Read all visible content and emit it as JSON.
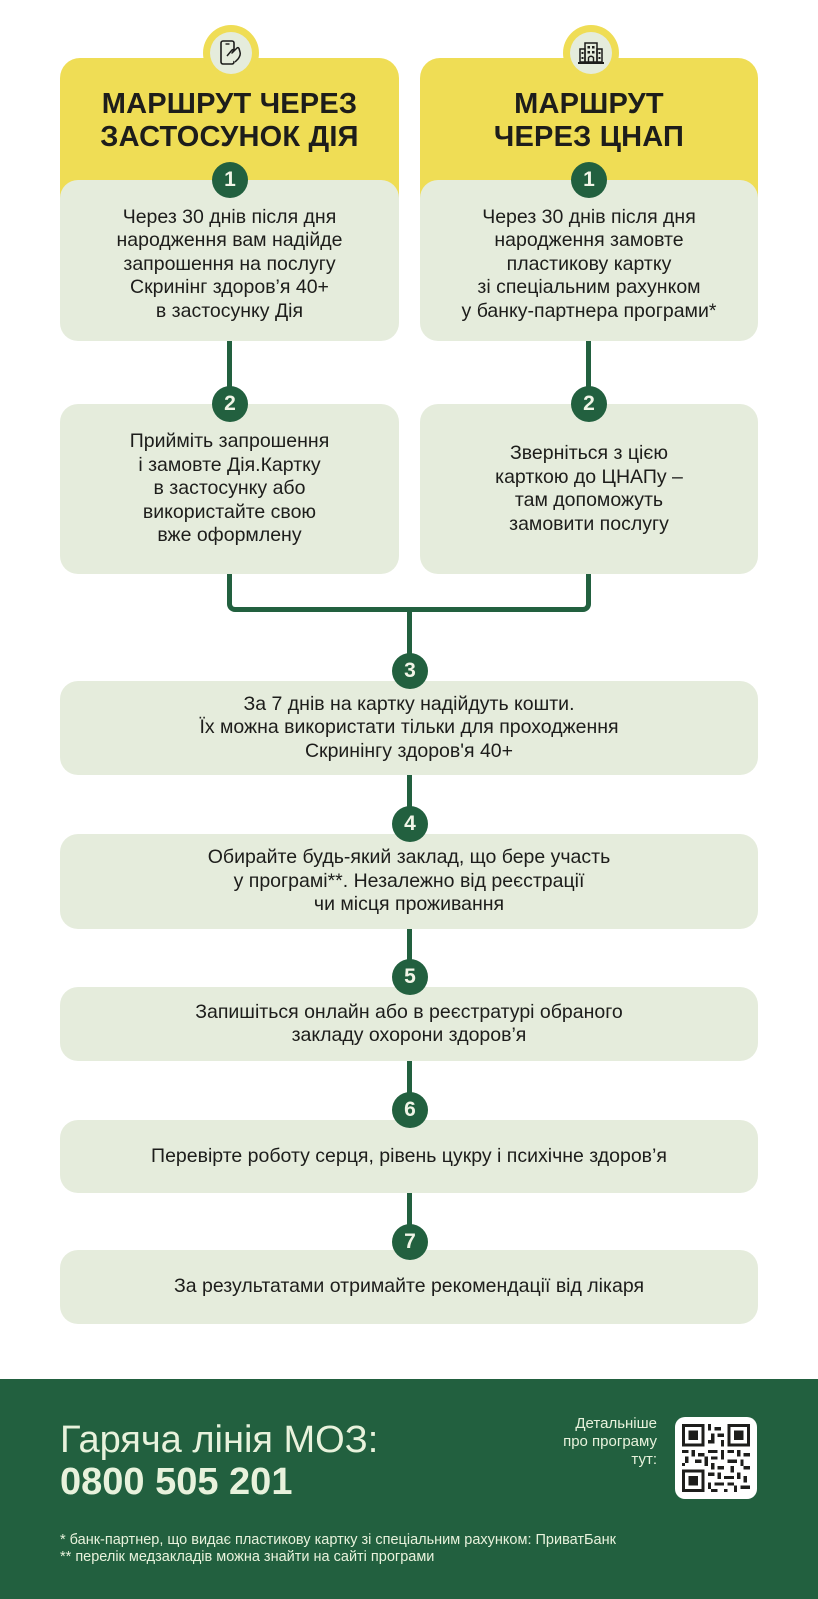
{
  "routes": [
    {
      "title": "МАРШРУТ ЧЕРЕЗ\nЗАСТОСУНОК ДІЯ",
      "icon": "phone-tap-icon",
      "steps": [
        {
          "number": "1",
          "text": "Через 30 днів після дня\nнародження вам надійде\nзапрошення на послугу\nСкринінг здоров’я 40+\nв застосунку Дія"
        },
        {
          "number": "2",
          "text": "Прийміть запрошення\nі замовте Дія.Картку\nв застосунку або\nвикористайте свою\nвже оформлену"
        }
      ]
    },
    {
      "title": "МАРШРУТ\nЧЕРЕЗ ЦНАП",
      "icon": "building-icon",
      "steps": [
        {
          "number": "1",
          "text": "Через 30 днів після дня\nнародження замовте\nпластикову картку\nзі спеціальним рахунком\nу банку-партнера програми*"
        },
        {
          "number": "2",
          "text": "Зверніться з цією\nкарткою до ЦНАПу –\nтам допоможуть\nзамовити послугу"
        }
      ]
    }
  ],
  "common_steps": [
    {
      "number": "3",
      "text": "За 7 днів на картку надійдуть кошти.\nЇх можна використати тільки для проходження\nСкринінгу здоров'я 40+"
    },
    {
      "number": "4",
      "text": "Обирайте будь-який заклад, що бере участь\nу програмі**. Незалежно від реєстрації\nчи місця проживання"
    },
    {
      "number": "5",
      "text": "Запишіться онлайн або в реєстратурі обраного\nзакладу охорони здоров’я"
    },
    {
      "number": "6",
      "text": "Перевірте роботу серця, рівень цукру і психічне здоров’я"
    },
    {
      "number": "7",
      "text": "За результатами отримайте рекомендації від лікаря"
    }
  ],
  "footer": {
    "hotline_label": "Гаряча лінія МОЗ:",
    "hotline_number": "0800 505 201",
    "more_info": "Детальніше\nпро програму\nтут:",
    "qr_icon": "qr-code-icon",
    "notes": [
      "* банк-партнер, що видає пластикову картку зі спеціальним рахунком: ПриватБанк",
      "** перелік медзакладів можна знайти на сайті програми"
    ]
  },
  "colors": {
    "yellow": "#efdd55",
    "card": "#e5ecdc",
    "green": "#22603f",
    "footer_text": "#e8f2dc"
  }
}
